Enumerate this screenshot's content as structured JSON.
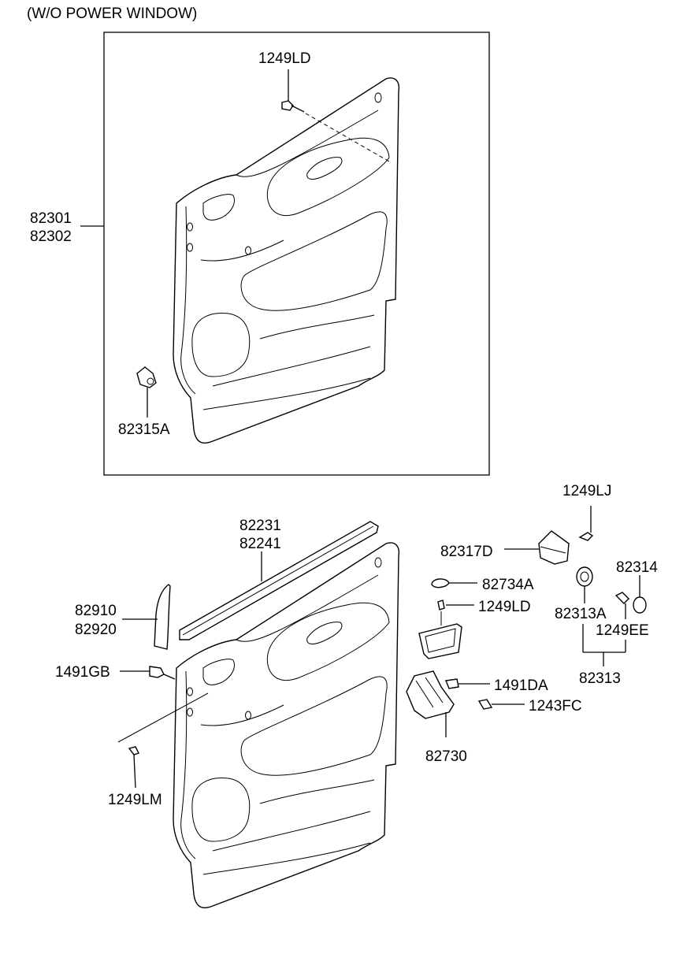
{
  "header": {
    "title": "(W/O POWER WINDOW)"
  },
  "labels": {
    "l_1249ld_top": "1249LD",
    "l_82301": "82301",
    "l_82302": "82302",
    "l_82315a": "82315A",
    "l_1249lj": "1249LJ",
    "l_82231": "82231",
    "l_82241": "82241",
    "l_82317d": "82317D",
    "l_82314": "82314",
    "l_82734a": "82734A",
    "l_82910": "82910",
    "l_82920": "82920",
    "l_1249ld_bot": "1249LD",
    "l_82313a": "82313A",
    "l_1249ee": "1249EE",
    "l_1491gb": "1491GB",
    "l_82313": "82313",
    "l_1491da": "1491DA",
    "l_1243fc": "1243FC",
    "l_82730": "82730",
    "l_1249lm": "1249LM"
  }
}
